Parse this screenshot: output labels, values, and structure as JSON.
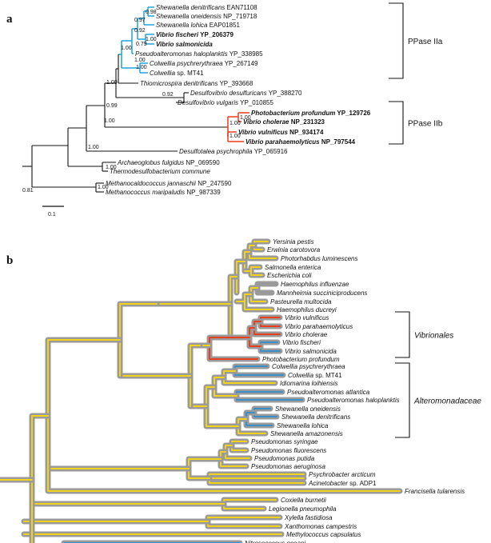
{
  "panel_a": {
    "label": "a",
    "groups": [
      {
        "label": "PPase IIa"
      },
      {
        "label": "PPase IIb"
      }
    ],
    "scale_label": "0.1",
    "taxa": [
      {
        "italic": "Shewanella denitrificans",
        "acc": " EAN71108",
        "bold": false
      },
      {
        "italic": "Shewanella oneidensis",
        "acc": " NP_719718",
        "bold": false
      },
      {
        "italic": "Shewanella lohica",
        "acc": " EAP01851",
        "bold": false
      },
      {
        "italic": "Vibrio fischeri",
        "acc": " YP_206379",
        "bold": true
      },
      {
        "italic": "Vibrio salmonicida",
        "acc": "",
        "bold": true
      },
      {
        "italic": "Pseudoalteromonas haloplanktis",
        "acc": " YP_338985",
        "bold": false
      },
      {
        "italic": "Colwellia psychrerythraea",
        "acc": " YP_267149",
        "bold": false
      },
      {
        "italic": "Colwellia",
        "acc": " sp. MT41",
        "bold": false
      },
      {
        "italic": "Thiomicrospira denitrificans",
        "acc": " YP_393668",
        "bold": false
      },
      {
        "italic": "Desulfovibrio desulfuricans",
        "acc": " YP_388270",
        "bold": false
      },
      {
        "italic": "Desulfovibrio vulgaris",
        "acc": " YP_010855",
        "bold": false
      },
      {
        "italic": "Photobacterium profundum",
        "acc": " YP_129726",
        "bold": true
      },
      {
        "italic": "Vibrio cholerae",
        "acc": " NP_231323",
        "bold": true
      },
      {
        "italic": "Vibrio vulnificus",
        "acc": " NP_934174",
        "bold": true
      },
      {
        "italic": "Vibrio parahaemolyticus",
        "acc": " NP_797544",
        "bold": true
      },
      {
        "italic": "Desulfotalea psychrophila",
        "acc": " YP_065916",
        "bold": false
      },
      {
        "italic": "Archaeoglobus fulgidus",
        "acc": " NP_069590",
        "bold": false
      },
      {
        "italic": "Thermodesulfobacterium commune",
        "acc": "",
        "bold": false
      },
      {
        "italic": "Methanocaldococcus jannaschii",
        "acc": " NP_247590",
        "bold": false
      },
      {
        "italic": "Methanococcus maripaludis",
        "acc": " NP_987339",
        "bold": false
      }
    ],
    "support": [
      "0.98",
      "0.97",
      "0.92",
      "1.00",
      "0.79",
      "1.00",
      "1.00",
      "1.00",
      "0.92",
      "1.00",
      "0.99",
      "1.00",
      "1.00",
      "1.00",
      "1.00",
      "1.00",
      "1.00",
      "0.81",
      "1.00"
    ]
  },
  "panel_b": {
    "label": "b",
    "groups": [
      {
        "label": "Vibrionales"
      },
      {
        "label": "Alteromonadaceae"
      }
    ],
    "taxa": [
      {
        "italic": "Yersinia pestis",
        "suffix": ""
      },
      {
        "italic": "Erwinia carotovora",
        "suffix": ""
      },
      {
        "italic": "Photorhabdus luminescens",
        "suffix": ""
      },
      {
        "italic": "Salmonella enterica",
        "suffix": ""
      },
      {
        "italic": "Escherichia coli",
        "suffix": ""
      },
      {
        "italic": "Haemophilus influenzae",
        "suffix": ""
      },
      {
        "italic": "Mannheimia succiniciproducens",
        "suffix": ""
      },
      {
        "italic": "Pasteurella multocida",
        "suffix": ""
      },
      {
        "italic": "Haemophilus ducreyi",
        "suffix": ""
      },
      {
        "italic": "Vibrio vulnificus",
        "suffix": ""
      },
      {
        "italic": "Vibrio parahaemolyticus",
        "suffix": ""
      },
      {
        "italic": "Vibrio cholerae",
        "suffix": ""
      },
      {
        "italic": "Vibrio fischeri",
        "suffix": ""
      },
      {
        "italic": "Vibrio salmonicida",
        "suffix": ""
      },
      {
        "italic": "Photobacterium profundum",
        "suffix": ""
      },
      {
        "italic": "Colwellia psychrerythraea",
        "suffix": ""
      },
      {
        "italic": "Colwellia",
        "suffix": " sp. MT41"
      },
      {
        "italic": "Idiomarina loihiensis",
        "suffix": ""
      },
      {
        "italic": "Pseudoalteromonas atlantica",
        "suffix": ""
      },
      {
        "italic": "Pseudoalteromonas haloplanktis",
        "suffix": ""
      },
      {
        "italic": "Shewanella oneidensis",
        "suffix": ""
      },
      {
        "italic": "Shewanella denitrificans",
        "suffix": ""
      },
      {
        "italic": "Shewanella lohica",
        "suffix": ""
      },
      {
        "italic": "Shewanella amazonensis",
        "suffix": ""
      },
      {
        "italic": "Pseudomonas syringae",
        "suffix": ""
      },
      {
        "italic": "Pseudomonas fluorescens",
        "suffix": ""
      },
      {
        "italic": "Pseudomonas putida",
        "suffix": ""
      },
      {
        "italic": "Pseudomonas aeruginosa",
        "suffix": ""
      },
      {
        "italic": "Psychrobacter arcticum",
        "suffix": ""
      },
      {
        "italic": "Acinetobacter",
        "suffix": " sp. ADP1"
      },
      {
        "italic": "Francisella tularensis",
        "suffix": ""
      },
      {
        "italic": "Coxiella burnetii",
        "suffix": ""
      },
      {
        "italic": "Legionella pneumophila",
        "suffix": ""
      },
      {
        "italic": "Xylella fastidiosa",
        "suffix": ""
      },
      {
        "italic": "Xanthomonas campestris",
        "suffix": ""
      },
      {
        "italic": "Methylococcus capsulatus",
        "suffix": ""
      },
      {
        "italic": "Nitrosococcus oceani",
        "suffix": ""
      }
    ]
  },
  "colors": {
    "branch_black": "#111111",
    "branch_blue": "#1fa3dc",
    "branch_red": "#ee3a1c",
    "trace_grey": "#9a9a9a",
    "trace_yellow": "#f2d31b",
    "trace_blue": "#3a8fc8",
    "trace_red": "#e8401c"
  }
}
